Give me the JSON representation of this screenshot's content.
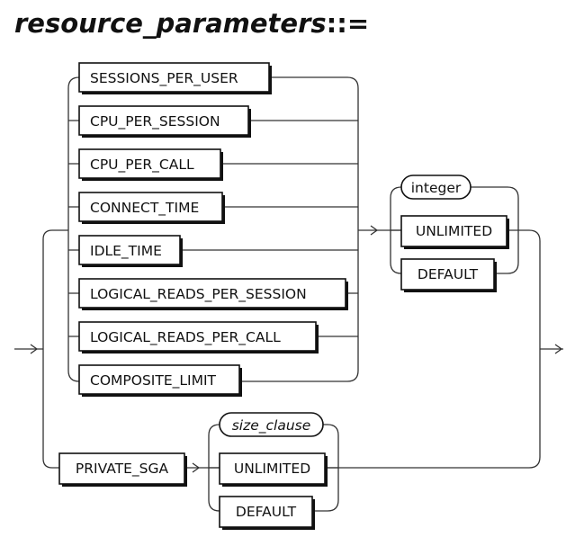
{
  "title": {
    "name": "resource_parameters",
    "operator": "::="
  },
  "resource_terminals": [
    "SESSIONS_PER_USER",
    "CPU_PER_SESSION",
    "CPU_PER_CALL",
    "CONNECT_TIME",
    "IDLE_TIME",
    "LOGICAL_READS_PER_SESSION",
    "LOGICAL_READS_PER_CALL",
    "COMPOSITE_LIMIT"
  ],
  "resource_value_options": {
    "integer": "integer",
    "unlimited": "UNLIMITED",
    "default": "DEFAULT"
  },
  "private_sga": {
    "keyword": "PRIVATE_SGA",
    "size_clause": "size_clause",
    "unlimited": "UNLIMITED",
    "default": "DEFAULT"
  }
}
